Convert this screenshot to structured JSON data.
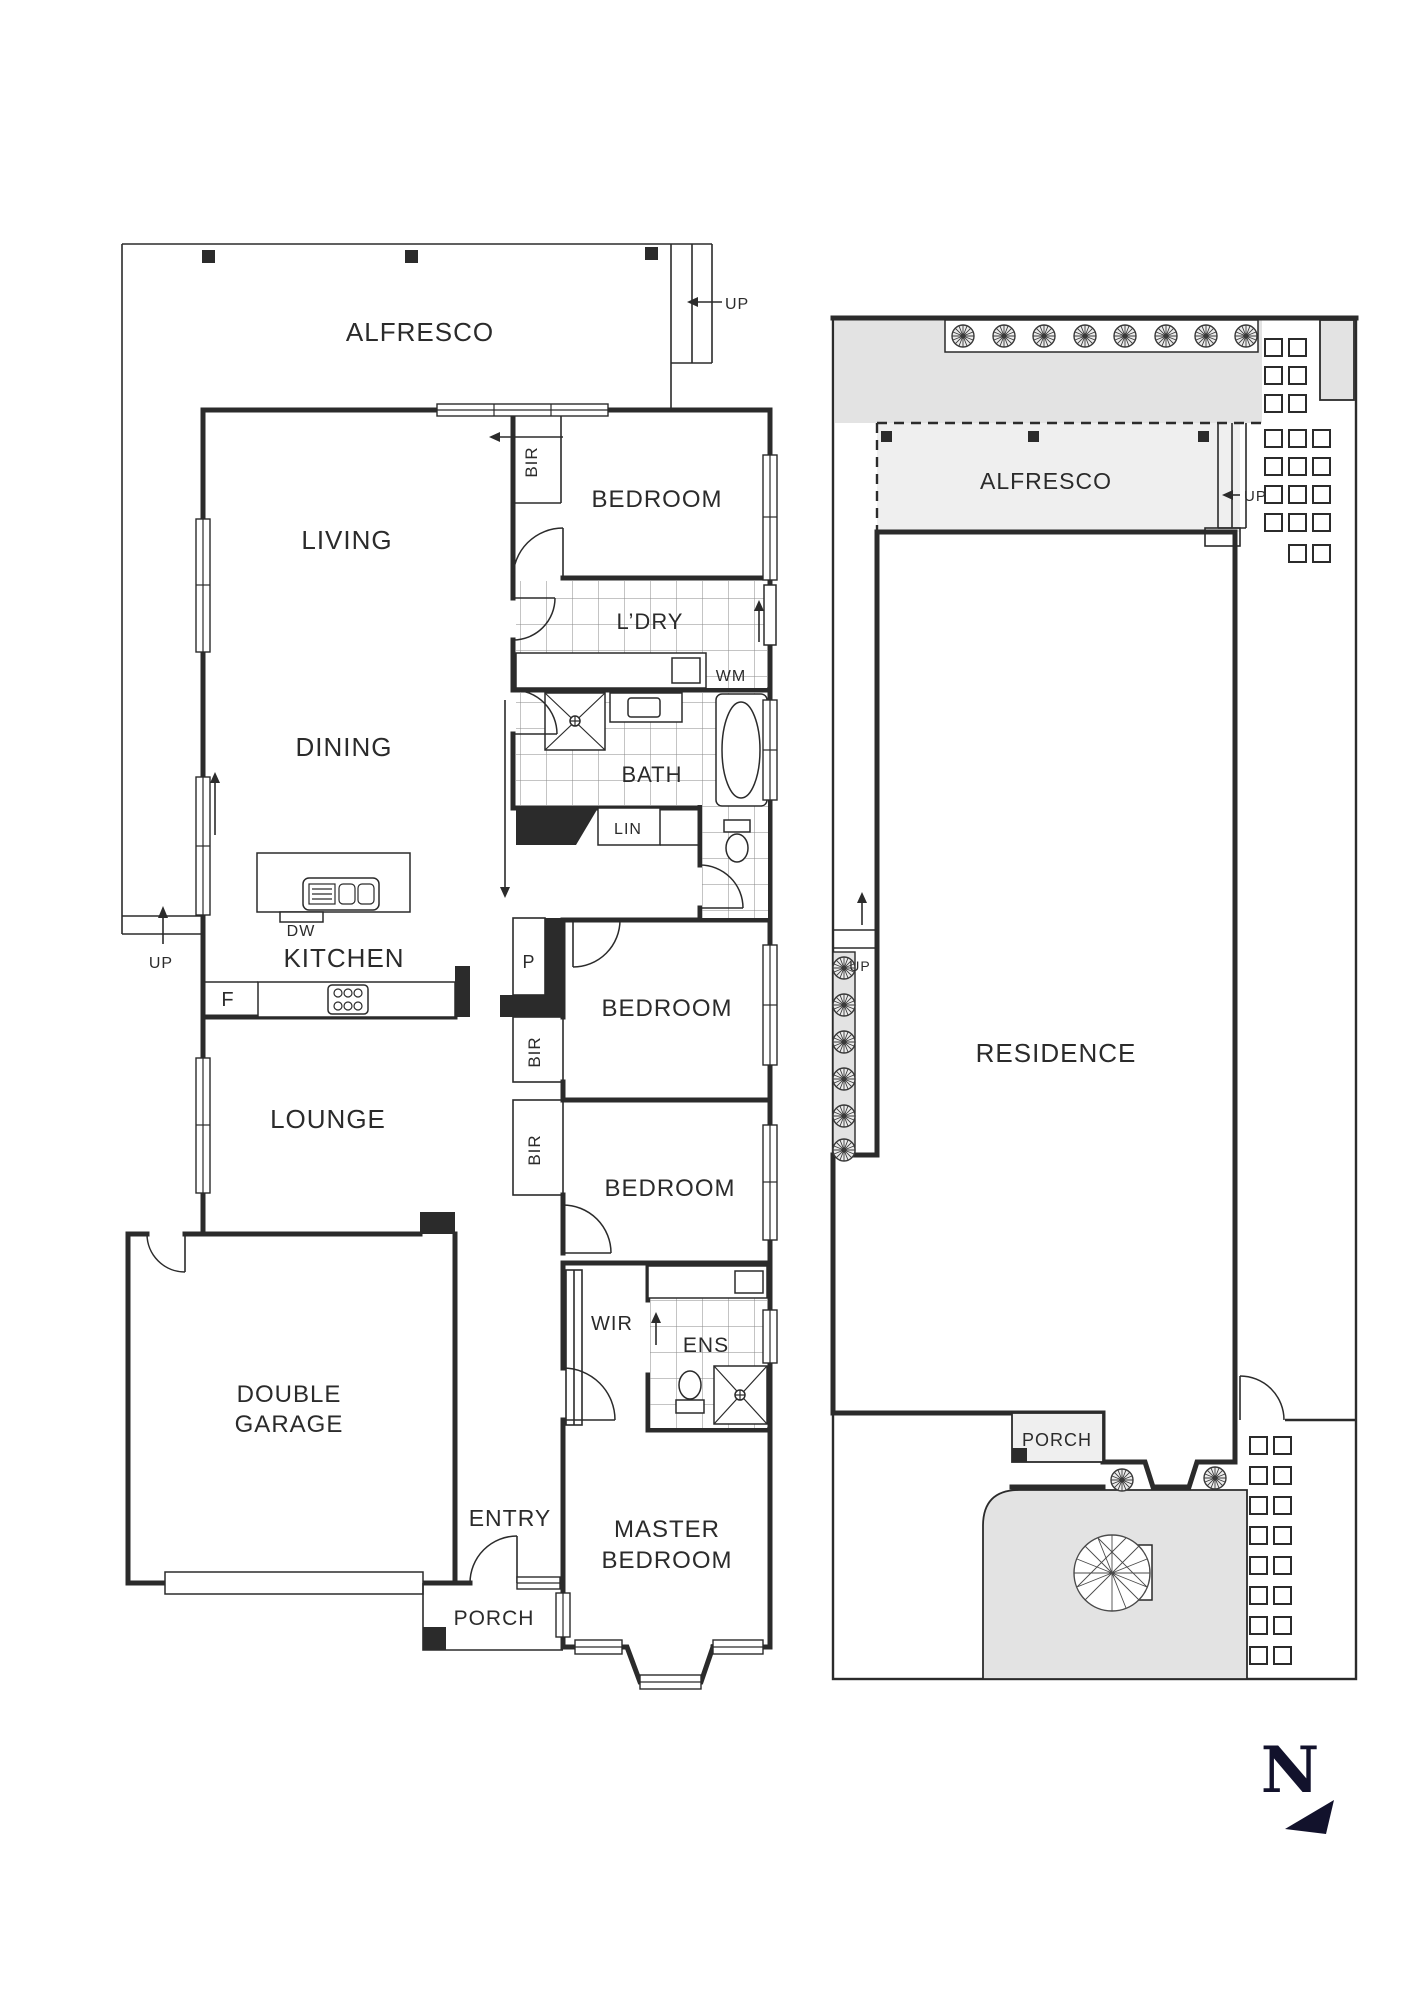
{
  "floor_plan": {
    "rooms": {
      "alfresco": "ALFRESCO",
      "living": "LIVING",
      "dining": "DINING",
      "kitchen": "KITCHEN",
      "lounge": "LOUNGE",
      "bedroom": "BEDROOM",
      "laundry": "L’DRY",
      "bath": "BATH",
      "ensuite": "ENS",
      "wir": "WIR",
      "entry": "ENTRY",
      "porch": "PORCH",
      "garage_line1": "DOUBLE",
      "garage_line2": "GARAGE",
      "master_line1": "MASTER",
      "master_line2": "BEDROOM"
    },
    "fixtures": {
      "bir": "BIR",
      "linen": "LIN",
      "washing_machine": "WM",
      "dishwasher": "DW",
      "pantry": "P",
      "fridge": "F"
    },
    "stairs": {
      "up": "UP"
    }
  },
  "site_plan": {
    "alfresco": "ALFRESCO",
    "residence": "RESIDENCE",
    "porch": "PORCH",
    "up": "UP"
  },
  "compass": {
    "north": "N"
  },
  "colors": {
    "ink": "#2b2b2b",
    "shade_light": "#efefef",
    "shade_mid": "#e3e3e3",
    "tile_line": "#8a8a8a",
    "compass_navy": "#12122c"
  }
}
